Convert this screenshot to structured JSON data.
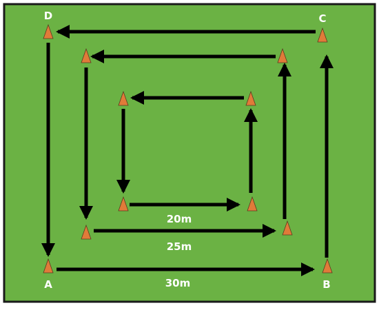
{
  "corners": {
    "a": "A",
    "b": "B",
    "c": "C",
    "d": "D"
  },
  "distances": {
    "inner": "20m",
    "middle": "25m",
    "outer": "30m"
  },
  "colors": {
    "field": "#6bb244",
    "border": "#1a1a1a",
    "cone": "#e07b39",
    "arrow": "#000000",
    "text": "#ffffff"
  },
  "icons": {
    "cone": "cone-icon",
    "arrow": "arrow-icon"
  }
}
